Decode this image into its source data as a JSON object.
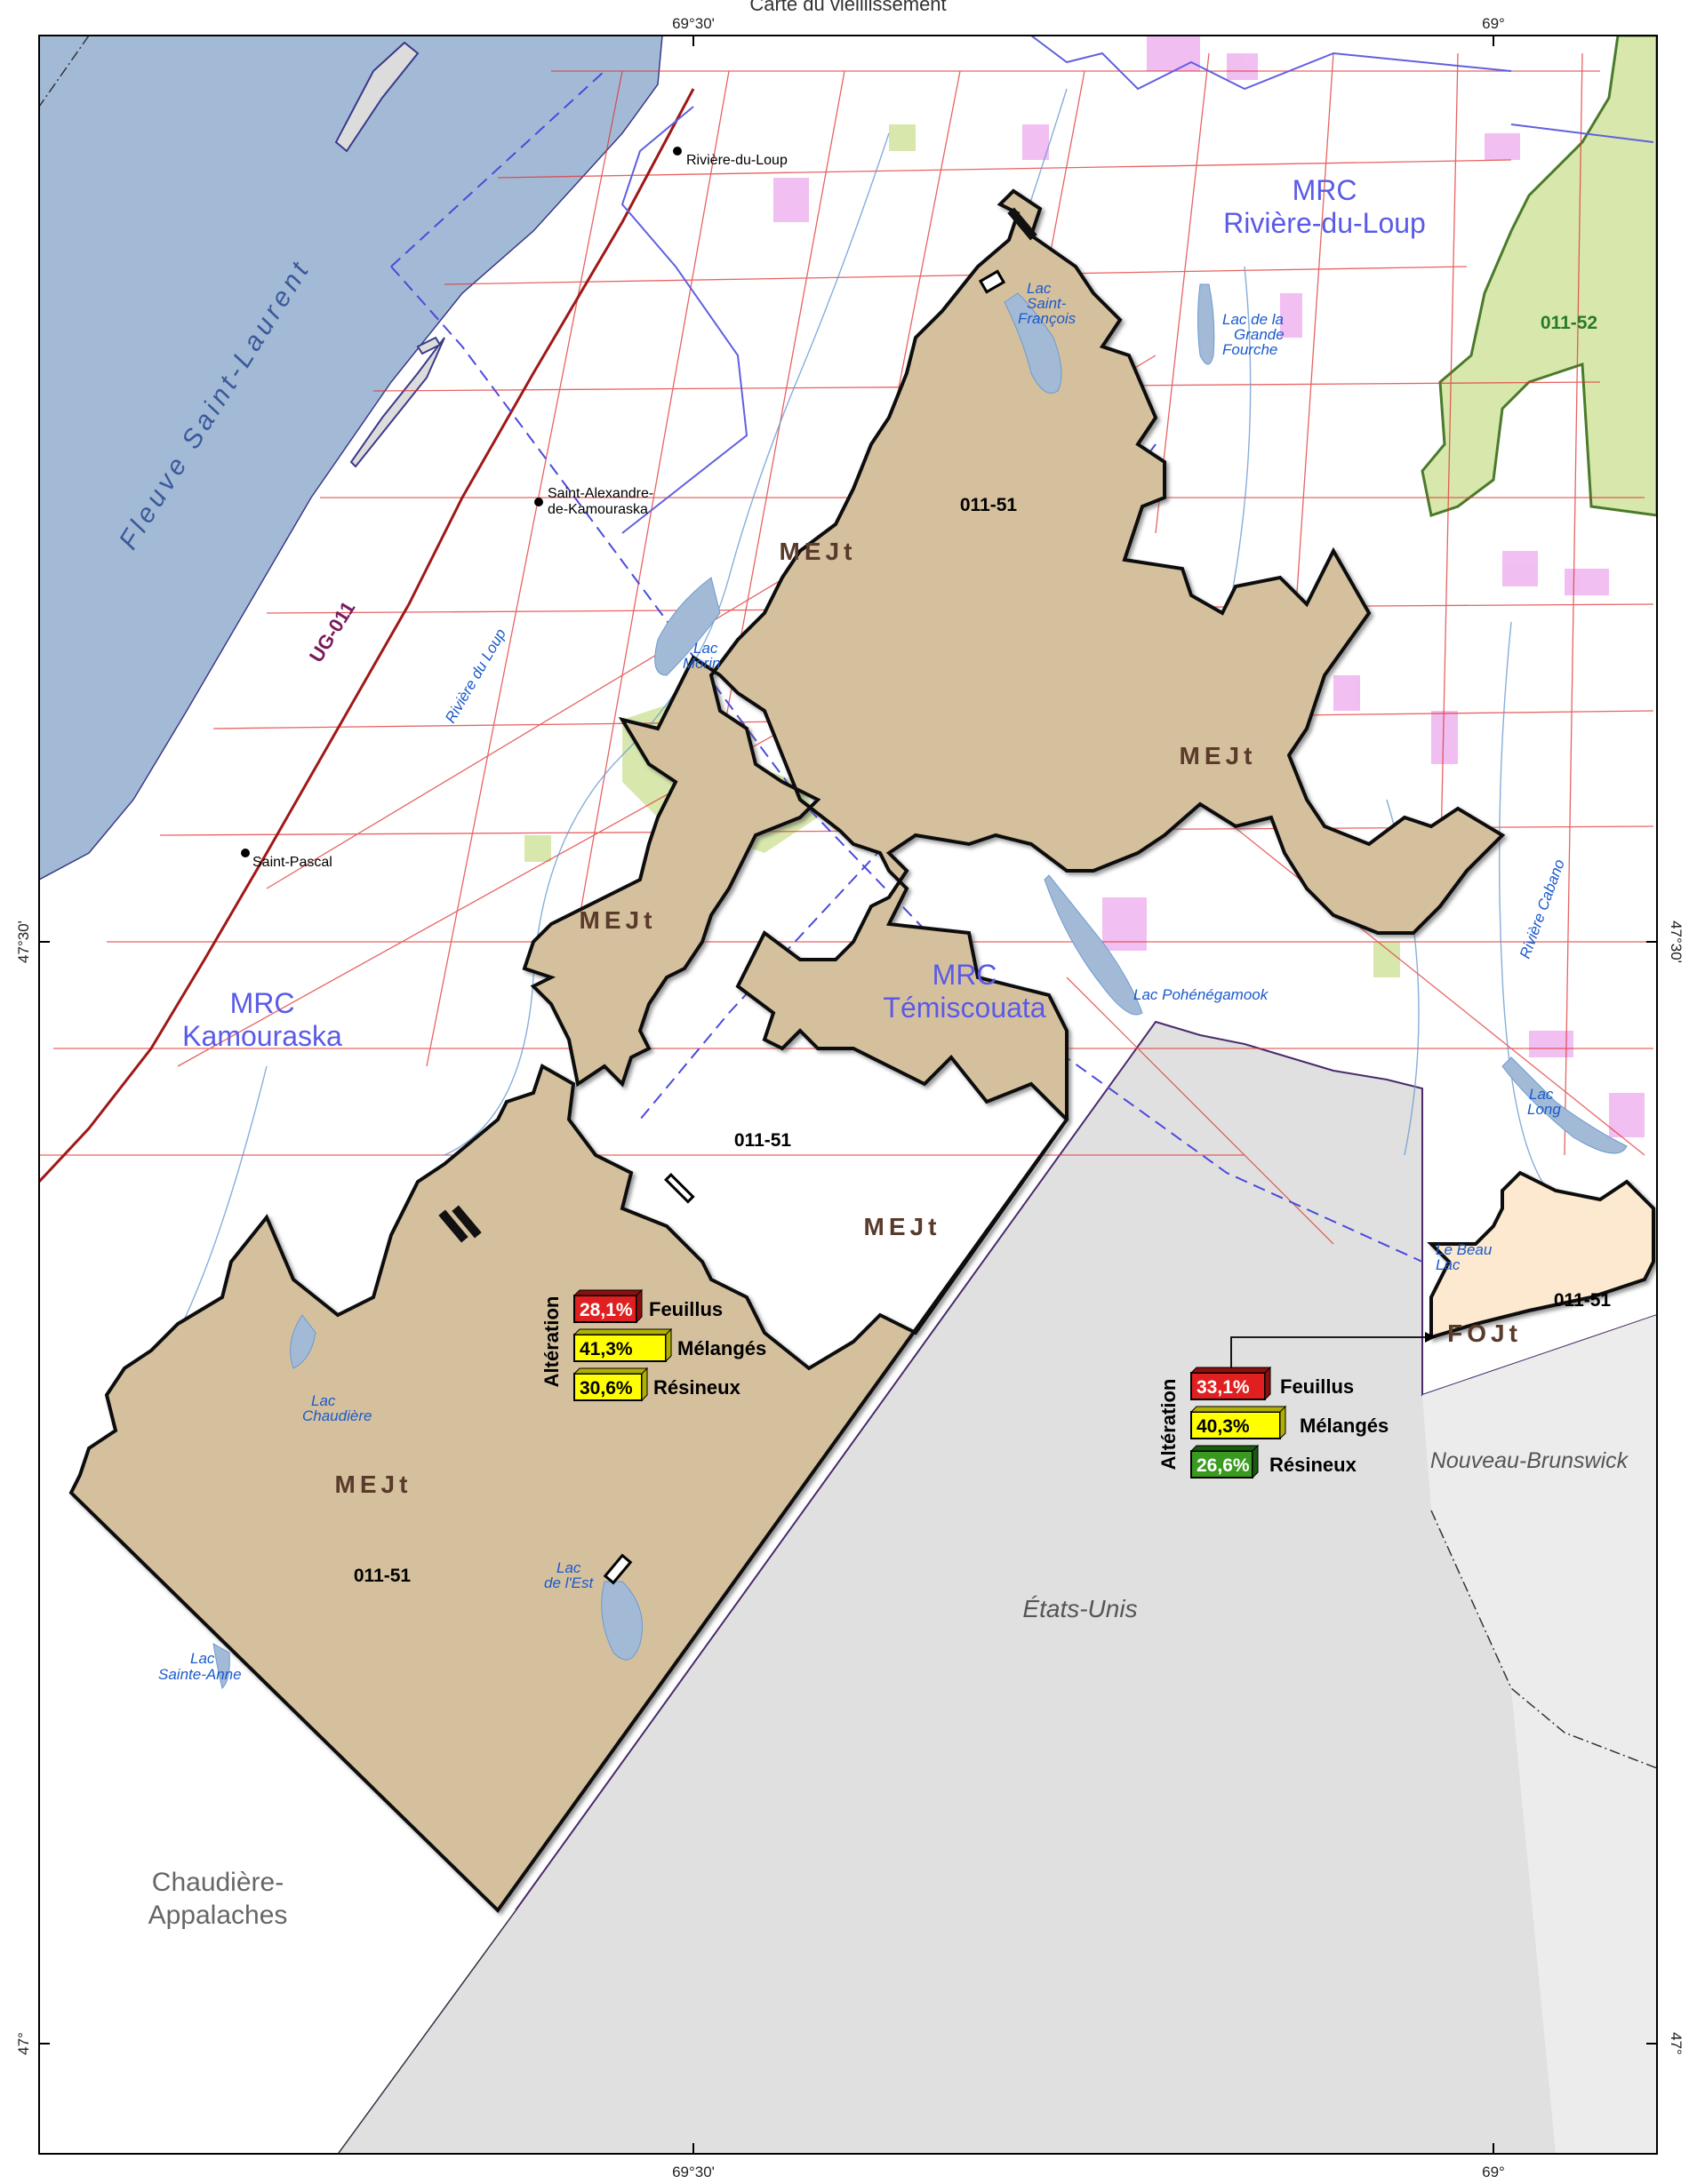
{
  "top_title": "Carte du vieillissement",
  "coords": {
    "top_lon_1": "69°30'",
    "top_lon_2": "69°",
    "bottom_lon_1": "69°30'",
    "bottom_lon_2": "69°",
    "left_lat_1": "47°30'",
    "left_lat_2": "47°",
    "right_lat_1": "47°30'",
    "right_lat_2": "47°"
  },
  "regions": {
    "mrc_rdl_1": "MRC",
    "mrc_rdl_2": "Rivière-du-Loup",
    "mrc_kam_1": "MRC",
    "mrc_kam_2": "Kamouraska",
    "mrc_tem_1": "MRC",
    "mrc_tem_2": "Témiscouata",
    "chaudiere_1": "Chaudière-",
    "chaudiere_2": "Appalaches",
    "etats_unis": "États-Unis",
    "nb": "Nouveau-Brunswick",
    "fleuve": "Fleuve Saint-Laurent",
    "ug": "UG-011"
  },
  "towns": {
    "rdl": "Rivière-du-Loup",
    "stalex_1": "Saint-Alexandre-",
    "stalex_2": "de-Kamouraska",
    "stpascal": "Saint-Pascal"
  },
  "water": {
    "lac_stfrancois_1": "Lac",
    "lac_stfrancois_2": "Saint-",
    "lac_stfrancois_3": "François",
    "lac_grande_fourche_1": "Lac de la",
    "lac_grande_fourche_2": "Grande",
    "lac_grande_fourche_3": "Fourche",
    "lac_morin_1": "Lac",
    "lac_morin_2": "Morin",
    "riviere_du_loup": "Rivière du Loup",
    "lac_pohenegamook": "Lac Pohénégamook",
    "riviere_cabano": "Rivière Cabano",
    "lac_long_1": "Lac",
    "lac_long_2": "Long",
    "le_beau_lac_1": "Le Beau",
    "le_beau_lac_2": "Lac",
    "lac_chaudiere_1": "Lac",
    "lac_chaudiere_2": "Chaudière",
    "lac_est_1": "Lac",
    "lac_est_2": "de l'Est",
    "lac_ste_anne_1": "Lac",
    "lac_ste_anne_2": "Sainte-Anne"
  },
  "units": {
    "u1": "011-51",
    "u2": "011-51",
    "u3": "011-51",
    "u4": "011-51",
    "u52": "011-52",
    "mejt_1": "MEJt",
    "mejt_2": "MEJt",
    "mejt_3": "MEJt",
    "mejt_4": "MEJt",
    "mejt_5": "MEJt",
    "fojt": "FOJt"
  },
  "legend_mejt": {
    "title": "Altération",
    "feuillus_value": "28,1%",
    "feuillus_label": "Feuillus",
    "melanges_value": "41,3%",
    "melanges_label": "Mélangés",
    "resineux_value": "30,6%",
    "resineux_label": "Résineux"
  },
  "legend_fojt": {
    "title": "Altération",
    "feuillus_value": "33,1%",
    "feuillus_label": "Feuillus",
    "melanges_value": "40,3%",
    "melanges_label": "Mélangés",
    "resineux_value": "26,6%",
    "resineux_label": "Résineux"
  },
  "colors": {
    "water": "#a3bad6",
    "forest_mejt": "#d5c09e",
    "forest_fojt": "#fce9cf",
    "unit_52": "#d8e8ad",
    "us": "#e0e0e0",
    "road": "#e03030",
    "feuillus": "#e02020",
    "melanges": "#ffff00",
    "resineux": "#3a9a20"
  }
}
